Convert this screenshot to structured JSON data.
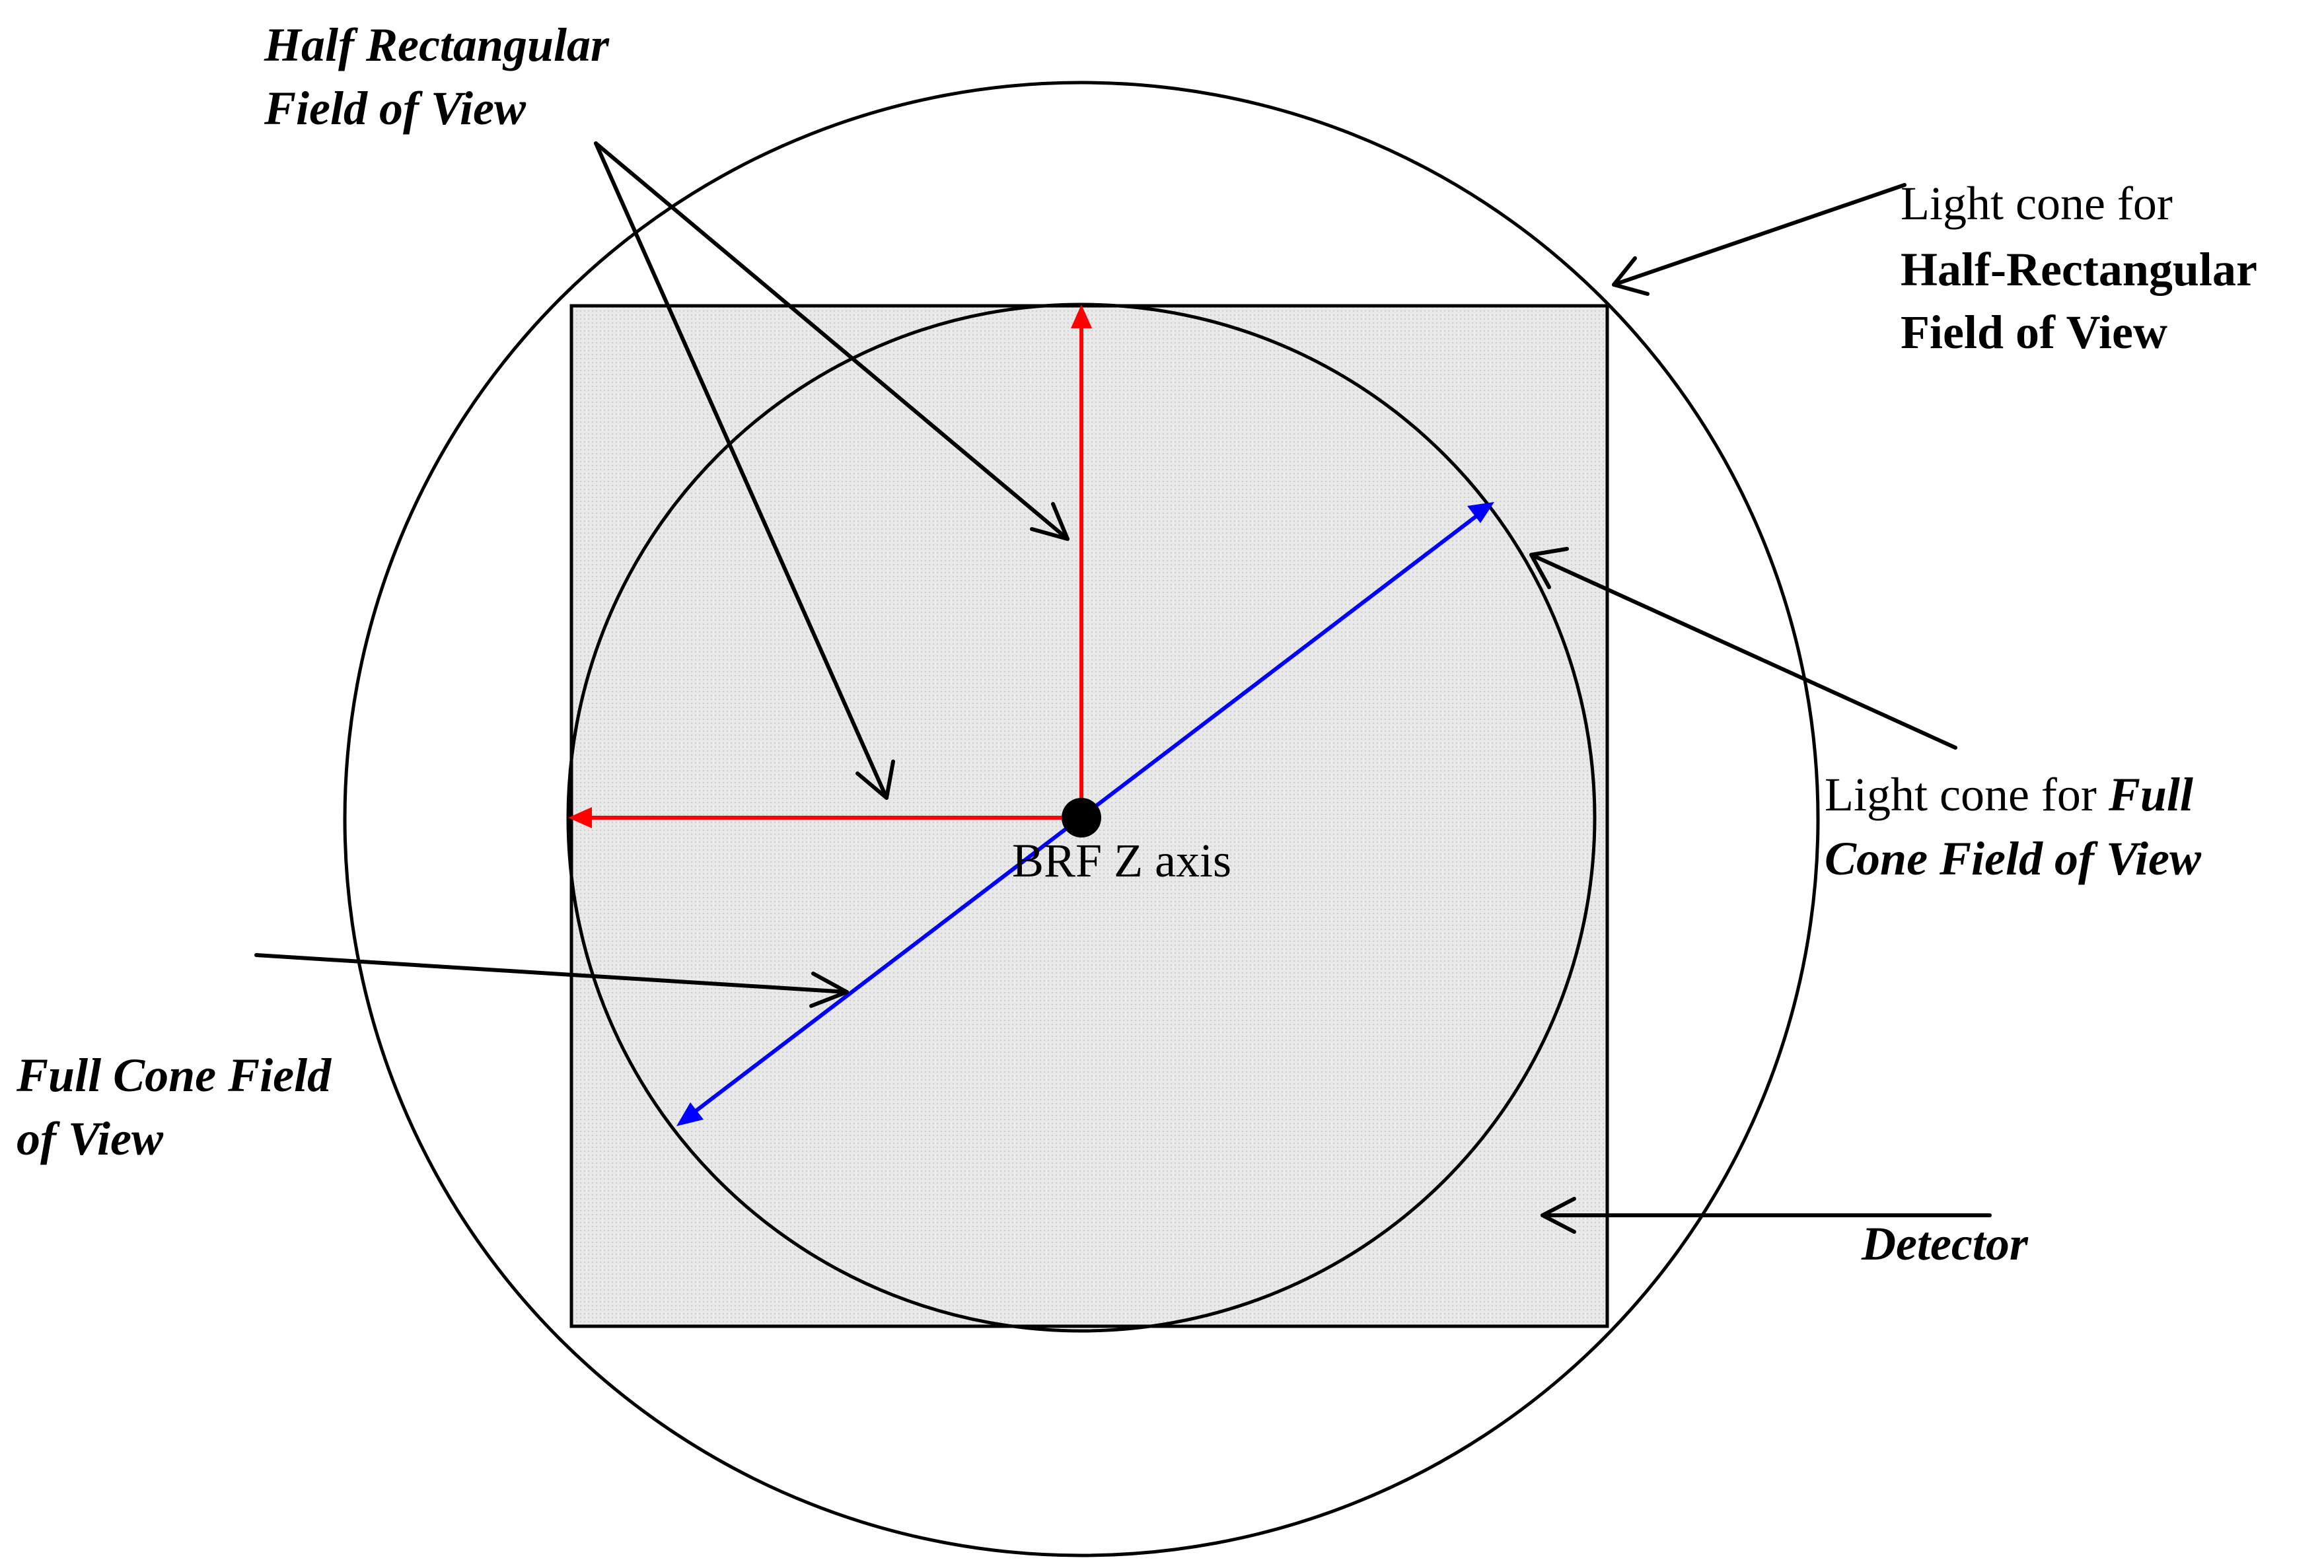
{
  "labels": {
    "half_rect_fov_line1": "Half Rectangular",
    "half_rect_fov_line2": "Field of View",
    "light_cone_half_rect_line1": "Light cone for",
    "light_cone_half_rect_line2": "Half-Rectangular",
    "light_cone_half_rect_line3": "Field of View",
    "light_cone_full_prefix": "Light cone for ",
    "light_cone_full_emph1": "Full",
    "light_cone_full_line2": "Cone Field of View",
    "brf_z_axis": "BRF Z axis",
    "full_cone_fov_line1": "Full Cone Field",
    "full_cone_fov_line2": "of View",
    "detector": "Detector"
  },
  "colors": {
    "detector_fill": "#e6e6e6",
    "outline": "#000000",
    "half_rect_arrows": "#ff0000",
    "full_cone_arrow": "#0000ff",
    "axis_dot": "#000000"
  }
}
